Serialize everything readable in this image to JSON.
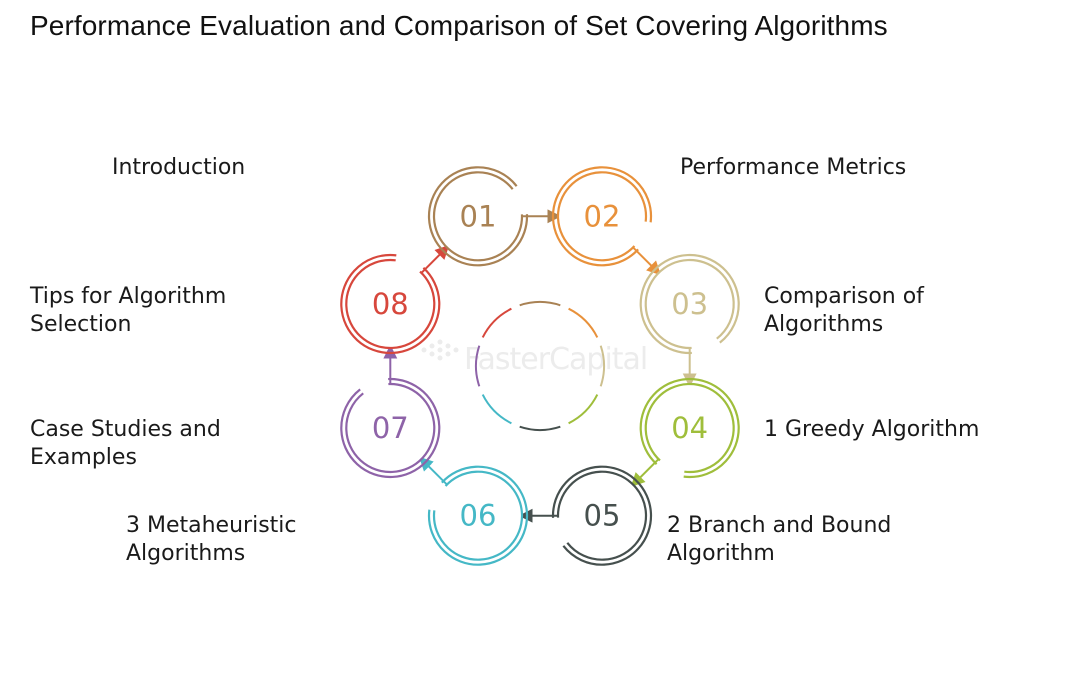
{
  "title": "Performance Evaluation and Comparison of Set Covering Algorithms",
  "watermark": "FasterCapital",
  "steps": [
    {
      "num": "01",
      "line1": "Introduction",
      "line2": "",
      "color": "#a98254"
    },
    {
      "num": "02",
      "line1": "Performance Metrics",
      "line2": "",
      "color": "#e8913b"
    },
    {
      "num": "03",
      "line1": "Comparison of",
      "line2": "Algorithms",
      "color": "#cdc08f"
    },
    {
      "num": "04",
      "line1": "1 Greedy Algorithm",
      "line2": "",
      "color": "#9fbe3b"
    },
    {
      "num": "05",
      "line1": "2 Branch and Bound",
      "line2": "Algorithm",
      "color": "#46504e"
    },
    {
      "num": "06",
      "line1": "3 Metaheuristic",
      "line2": "Algorithms",
      "color": "#45b8c6"
    },
    {
      "num": "07",
      "line1": "Case Studies and",
      "line2": "Examples",
      "color": "#8e63a8"
    },
    {
      "num": "08",
      "line1": "Tips for Algorithm",
      "line2": "Selection",
      "color": "#d7473c"
    }
  ]
}
